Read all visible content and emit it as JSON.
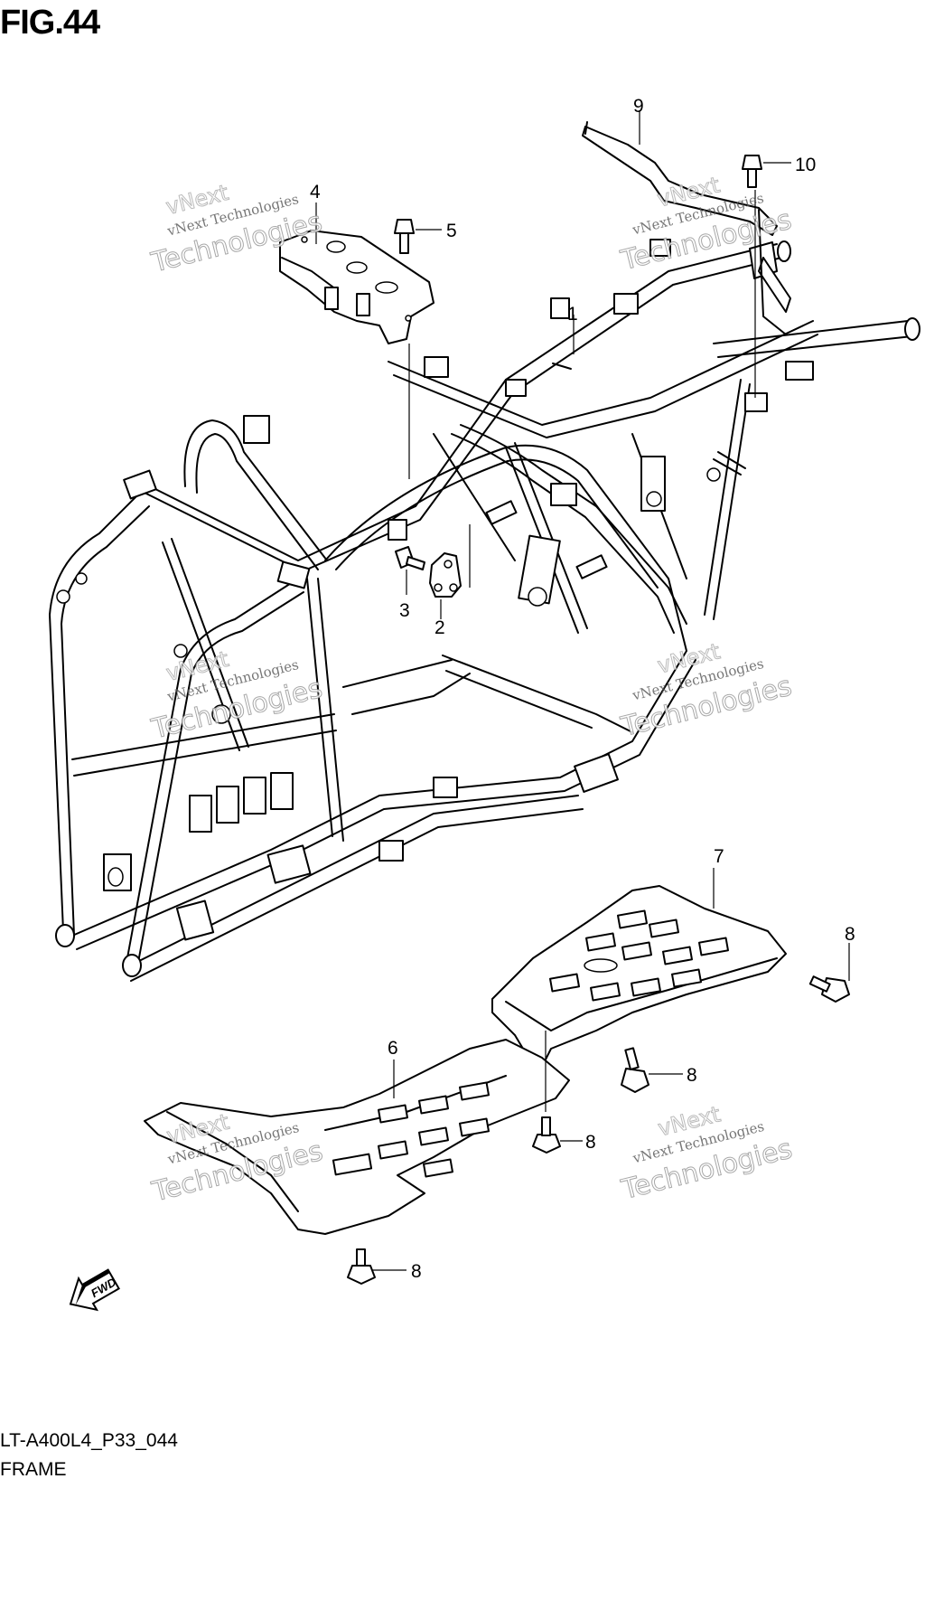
{
  "figure": {
    "title": "FIG.44",
    "code": "LT-A400L4_P33_044",
    "name": "FRAME"
  },
  "callouts": [
    "1",
    "2",
    "3",
    "4",
    "5",
    "6",
    "7",
    "8",
    "9",
    "10"
  ],
  "callout_8_repeats": [
    "8",
    "8",
    "8",
    "8"
  ],
  "watermark": {
    "line_a": "vNext Technologies",
    "line_b": "vNext",
    "line_c": "Technologies"
  },
  "fwd_arrow": {
    "label": "FWD",
    "icon": "forward-arrow-icon"
  }
}
